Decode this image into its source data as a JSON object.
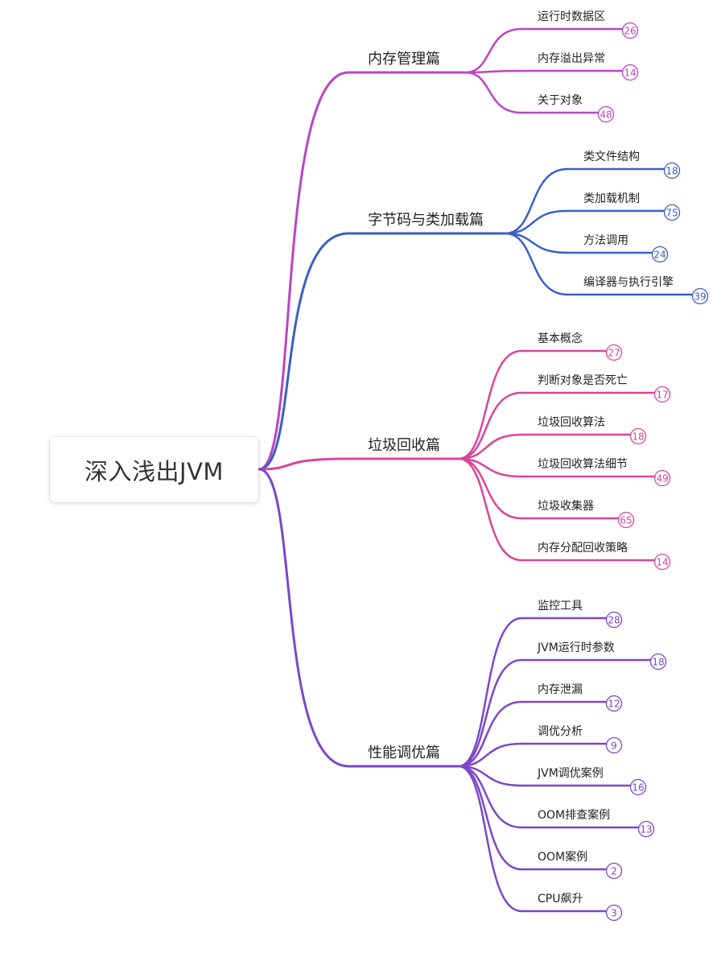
{
  "root": {
    "label": "深入浅出JVM"
  },
  "colors": {
    "root_text": "#333333",
    "background": "#ffffff"
  },
  "branches": [
    {
      "label": "内存管理篇",
      "color": "#bb44c4",
      "children": [
        {
          "label": "运行时数据区",
          "count": "26"
        },
        {
          "label": "内存溢出异常",
          "count": "14"
        },
        {
          "label": "关于对象",
          "count": "48"
        }
      ]
    },
    {
      "label": "字节码与类加载篇",
      "color": "#3b5fc6",
      "children": [
        {
          "label": "类文件结构",
          "count": "18"
        },
        {
          "label": "类加载机制",
          "count": "75"
        },
        {
          "label": "方法调用",
          "count": "24"
        },
        {
          "label": "编译器与执行引擎",
          "count": "39"
        }
      ]
    },
    {
      "label": "垃圾回收篇",
      "color": "#d9459a",
      "children": [
        {
          "label": "基本概念",
          "count": "27"
        },
        {
          "label": "判断对象是否死亡",
          "count": "17"
        },
        {
          "label": "垃圾回收算法",
          "count": "18"
        },
        {
          "label": "垃圾回收算法细节",
          "count": "49"
        },
        {
          "label": "垃圾收集器",
          "count": "65"
        },
        {
          "label": "内存分配回收策略",
          "count": "14"
        }
      ]
    },
    {
      "label": "性能调优篇",
      "color": "#7c47c8",
      "children": [
        {
          "label": "监控工具",
          "count": "28"
        },
        {
          "label": "JVM运行时参数",
          "count": "18"
        },
        {
          "label": "内存泄漏",
          "count": "12"
        },
        {
          "label": "调优分析",
          "count": "9"
        },
        {
          "label": "JVM调优案例",
          "count": "16"
        },
        {
          "label": "OOM排查案例",
          "count": "13"
        },
        {
          "label": "OOM案例",
          "count": "2"
        },
        {
          "label": "CPU飙升",
          "count": "3"
        }
      ]
    }
  ]
}
